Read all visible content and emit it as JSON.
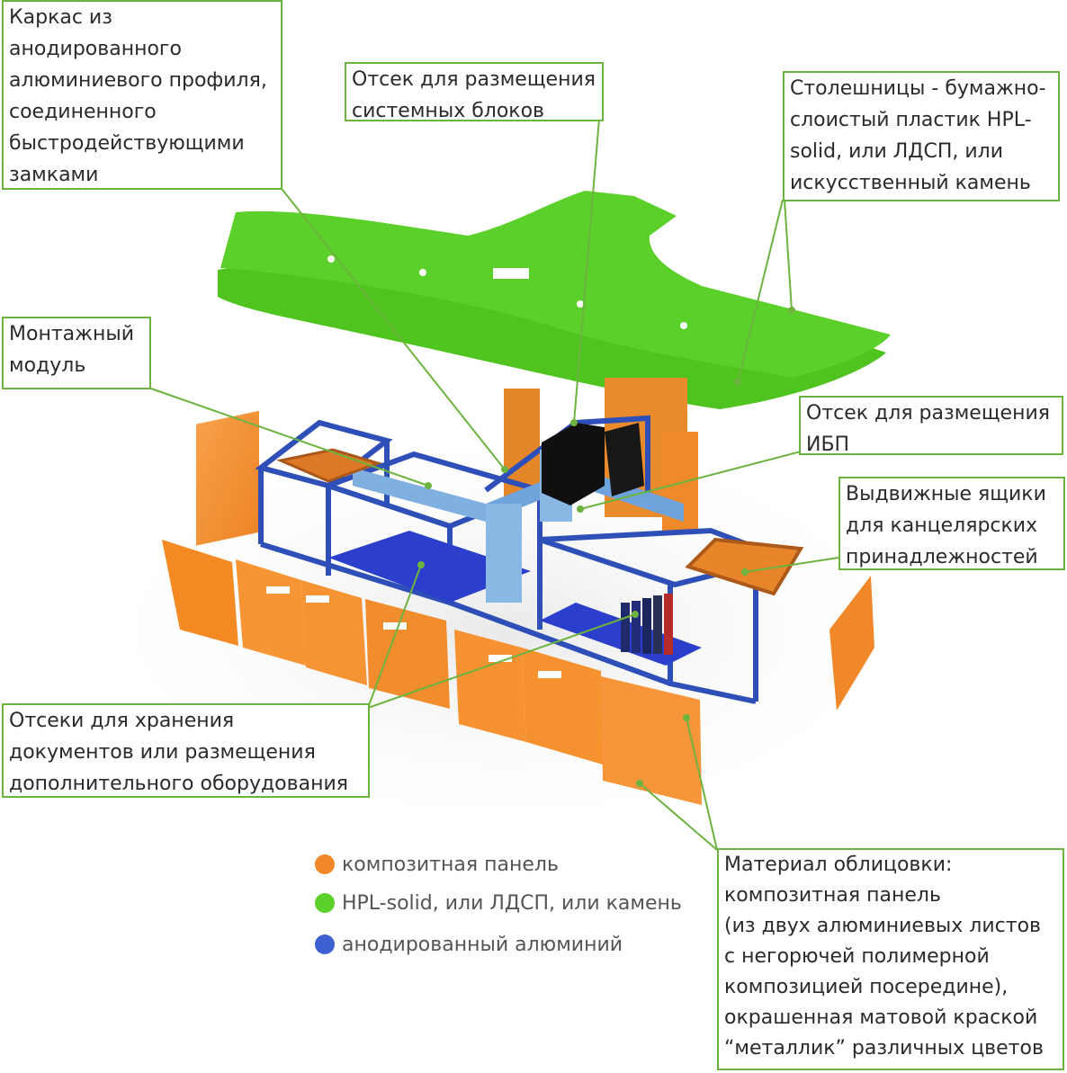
{
  "colors": {
    "composite": "#f0882a",
    "hpl": "#5bd02a",
    "aluminium": "#3e5fcf",
    "leader": "#6db33f"
  },
  "callouts": {
    "frame": "Каркас из\nанодированного\nалюминиевого профиля,\nсоединенного\nбыстродействующими\nзамками",
    "system_units": "Отсек для размещения\nсистемных блоков",
    "tabletops": "Столешницы - бумажно-\nслоистый пластик HPL-\nsolid, или ЛДСП, или\nискусственный камень",
    "mounting": "Монтажный\nмодуль",
    "ups": "Отсек для размещения\nИБП",
    "drawers": "Выдвижные ящики\nдля канцелярских\nпринадлежностей",
    "documents": "Отсеки для хранения\nдокументов или размещения\nдополнительного оборудования",
    "cladding": "Материал облицовки:\nкомпозитная панель\n(из двух алюминиевых листов\nс негорючей полимерной\nкомпозицией посередине),\nокрашенная матовой краской\n“металлик” различных цветов"
  },
  "legend": [
    {
      "label": "композитная панель",
      "color": "#f0882a"
    },
    {
      "label": "HPL-solid, или ЛДСП, или камень",
      "color": "#5bd02a"
    },
    {
      "label": "анодированный алюминий",
      "color": "#3e5fcf"
    }
  ]
}
